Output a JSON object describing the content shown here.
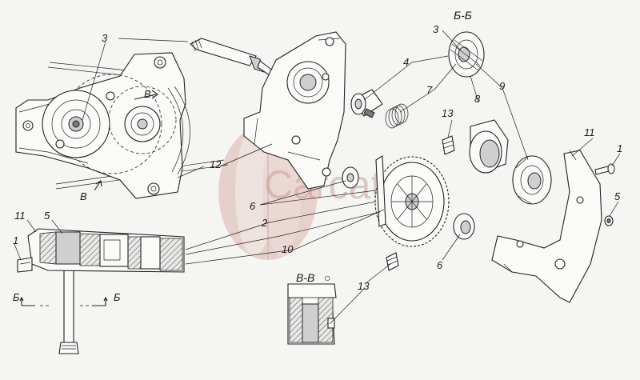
{
  "section_labels": {
    "bb": "Б-Б",
    "vv": "В-В",
    "b_left": "Б",
    "b_right": "Б",
    "v_top": "В",
    "v_bottom": "В"
  },
  "callouts": {
    "c3_top": "3",
    "c3_bb": "3",
    "c4": "4",
    "c7": "7",
    "c8": "8",
    "c9": "9",
    "c13_top": "13",
    "c11_right": "11",
    "c1_right": "1",
    "c5_right": "5",
    "c12": "12",
    "c6_top": "6",
    "c2": "2",
    "c10": "10",
    "c6_bottom": "6",
    "c11_left": "11",
    "c5_left": "5",
    "c1_left": "1",
    "c13_bottom": "13"
  },
  "watermark": {
    "text": "Carcat",
    "color": "#c9a09a"
  }
}
